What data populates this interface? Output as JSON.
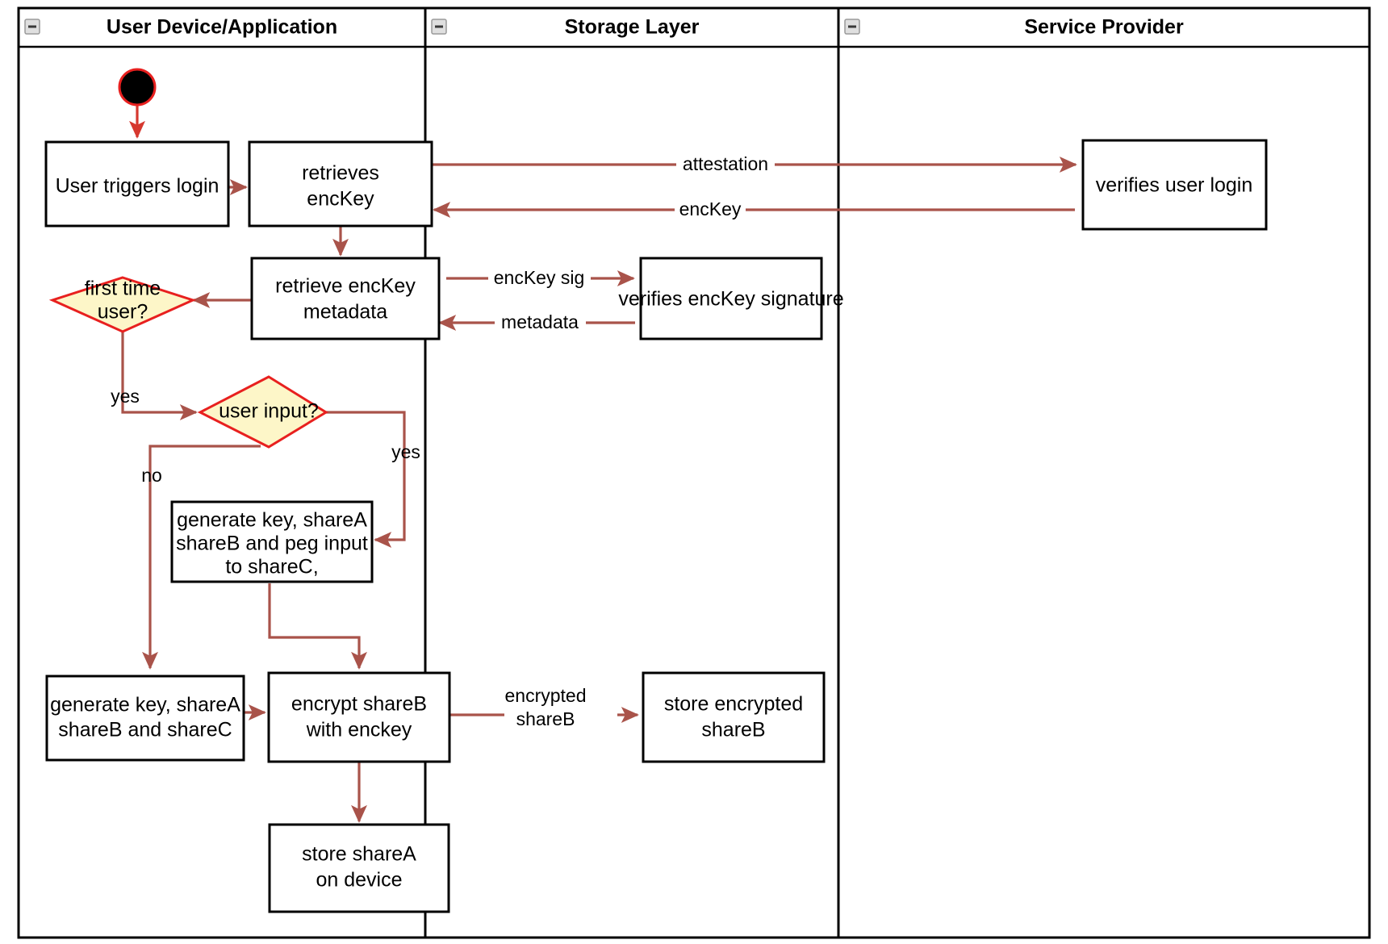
{
  "diagram": {
    "type": "uml-activity-swimlane",
    "title_present": false,
    "colors": {
      "flow_arrow": "#a9534a",
      "start_node_ring": "#e8201f",
      "decision_fill": "#fdf6c8",
      "decision_stroke": "#e8201f",
      "node_stroke": "#000000",
      "lane_border": "#000000",
      "background": "#ffffff"
    },
    "lanes": [
      {
        "id": "lane-user-device",
        "title": "User Device/Application",
        "collapse_icon": "minus-icon"
      },
      {
        "id": "lane-storage",
        "title": "Storage Layer",
        "collapse_icon": "minus-icon"
      },
      {
        "id": "lane-service-provider",
        "title": "Service Provider",
        "collapse_icon": "minus-icon"
      }
    ],
    "nodes": [
      {
        "id": "start",
        "kind": "initial-node",
        "lane": "lane-user-device",
        "label": ""
      },
      {
        "id": "user-triggers-login",
        "kind": "action",
        "lane": "lane-user-device",
        "lines": [
          "User triggers login"
        ]
      },
      {
        "id": "retrieves-enckey",
        "kind": "action",
        "lane": "lane-user-device",
        "lines": [
          "retrieves",
          "encKey"
        ]
      },
      {
        "id": "verifies-user-login",
        "kind": "action",
        "lane": "lane-service-provider",
        "lines": [
          "verifies user login"
        ]
      },
      {
        "id": "retrieve-enckey-metadata",
        "kind": "action",
        "lane": "lane-user-device",
        "lines": [
          "retrieve encKey",
          "metadata"
        ]
      },
      {
        "id": "verifies-enckey-signature",
        "kind": "action",
        "lane": "lane-storage",
        "lines": [
          "verifies encKey signature"
        ]
      },
      {
        "id": "first-time-user",
        "kind": "decision",
        "lane": "lane-user-device",
        "lines": [
          "first time",
          "user?"
        ]
      },
      {
        "id": "user-input",
        "kind": "decision",
        "lane": "lane-user-device",
        "lines": [
          "user input?"
        ]
      },
      {
        "id": "generate-peg-input",
        "kind": "action",
        "lane": "lane-user-device",
        "lines": [
          "generate key, shareA",
          "shareB and peg input",
          "to shareC,"
        ]
      },
      {
        "id": "generate-key-shares",
        "kind": "action",
        "lane": "lane-user-device",
        "lines": [
          "generate key, shareA",
          "shareB and shareC"
        ]
      },
      {
        "id": "encrypt-shareb",
        "kind": "action",
        "lane": "lane-user-device",
        "lines": [
          "encrypt shareB",
          "with enckey"
        ]
      },
      {
        "id": "store-encrypted-shareb",
        "kind": "action",
        "lane": "lane-storage",
        "lines": [
          "store encrypted",
          "shareB"
        ]
      },
      {
        "id": "store-sharea-on-device",
        "kind": "action",
        "lane": "lane-user-device",
        "lines": [
          "store shareA",
          "on device"
        ]
      }
    ],
    "edges": [
      {
        "id": "e-start-login",
        "from": "start",
        "to": "user-triggers-login",
        "label": ""
      },
      {
        "id": "e-login-retrieves",
        "from": "user-triggers-login",
        "to": "retrieves-enckey",
        "label": ""
      },
      {
        "id": "e-attestation",
        "from": "retrieves-enckey",
        "to": "verifies-user-login",
        "label": "attestation"
      },
      {
        "id": "e-enckey-back",
        "from": "verifies-user-login",
        "to": "retrieves-enckey",
        "label": "encKey"
      },
      {
        "id": "e-retrieves-metadata",
        "from": "retrieves-enckey",
        "to": "retrieve-enckey-metadata",
        "label": ""
      },
      {
        "id": "e-enckey-sig",
        "from": "retrieve-enckey-metadata",
        "to": "verifies-enckey-signature",
        "label": "encKey sig"
      },
      {
        "id": "e-metadata-back",
        "from": "verifies-enckey-signature",
        "to": "retrieve-enckey-metadata",
        "label": "metadata"
      },
      {
        "id": "e-metadata-firsttime",
        "from": "retrieve-enckey-metadata",
        "to": "first-time-user",
        "label": ""
      },
      {
        "id": "e-firsttime-yes",
        "from": "first-time-user",
        "to": "user-input",
        "label": "yes"
      },
      {
        "id": "e-userinput-yes",
        "from": "user-input",
        "to": "generate-peg-input",
        "label": "yes"
      },
      {
        "id": "e-userinput-no",
        "from": "user-input",
        "to": "generate-key-shares",
        "label": "no"
      },
      {
        "id": "e-peg-encrypt",
        "from": "generate-peg-input",
        "to": "encrypt-shareb",
        "label": ""
      },
      {
        "id": "e-shares-encrypt",
        "from": "generate-key-shares",
        "to": "encrypt-shareb",
        "label": ""
      },
      {
        "id": "e-encrypted-shareb",
        "from": "encrypt-shareb",
        "to": "store-encrypted-shareb",
        "label": "encrypted shareB",
        "label_lines": [
          "encrypted",
          "shareB"
        ]
      },
      {
        "id": "e-encrypt-store-sharea",
        "from": "encrypt-shareb",
        "to": "store-sharea-on-device",
        "label": ""
      }
    ],
    "edge_labels": {
      "attestation": "attestation",
      "enckey": "encKey",
      "enckey_sig": "encKey sig",
      "metadata": "metadata",
      "yes1": "yes",
      "yes2": "yes",
      "no": "no",
      "encrypted_line1": "encrypted",
      "encrypted_line2": "shareB"
    }
  }
}
